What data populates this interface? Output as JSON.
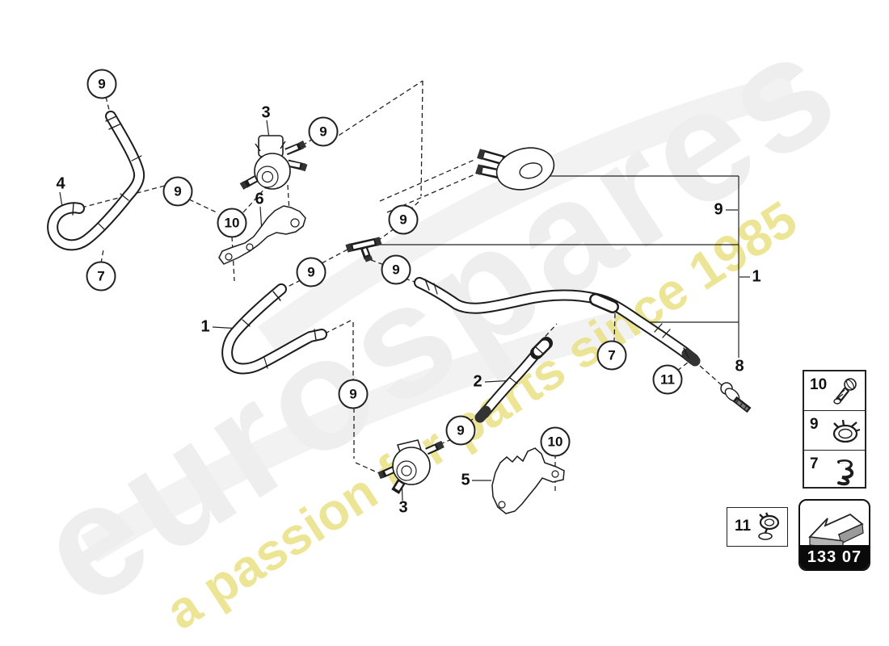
{
  "brand_watermark": {
    "text": "eurospares",
    "color": "#eeeeee"
  },
  "tagline_watermark": {
    "text": "a passion for parts since 1985",
    "color": "#e9df7d"
  },
  "line_color": "#1c1c1c",
  "callouts": {
    "c1": {
      "label": "9"
    },
    "c2": {
      "label": "9"
    },
    "c3": {
      "label": "10"
    },
    "c4": {
      "label": "7"
    },
    "c5": {
      "label": "9"
    },
    "c6": {
      "label": "9"
    },
    "c7": {
      "label": "9"
    },
    "c8": {
      "label": "9"
    },
    "c9": {
      "label": "9"
    },
    "c10": {
      "label": "9"
    },
    "c11": {
      "label": "10"
    },
    "c12": {
      "label": "7"
    },
    "c13": {
      "label": "11"
    }
  },
  "part_labels": {
    "p1a": {
      "label": "1"
    },
    "p1b": {
      "label": "1"
    },
    "p2": {
      "label": "2"
    },
    "p3a": {
      "label": "3"
    },
    "p3b": {
      "label": "3"
    },
    "p4": {
      "label": "4"
    },
    "p5": {
      "label": "5"
    },
    "p6": {
      "label": "6"
    },
    "p8": {
      "label": "8"
    },
    "p9": {
      "label": "9"
    }
  },
  "legend": {
    "rows": {
      "r1": {
        "label": "10",
        "icon": "screw-icon"
      },
      "r2": {
        "label": "9",
        "icon": "hose-clamp-icon"
      },
      "r3": {
        "label": "7",
        "icon": "retaining-clip-icon"
      }
    },
    "clamp_box": {
      "label": "11",
      "icon": "ring-clamp-icon"
    },
    "nav_badge": {
      "code": "133 07",
      "icon": "direction-arrow-icon"
    }
  }
}
